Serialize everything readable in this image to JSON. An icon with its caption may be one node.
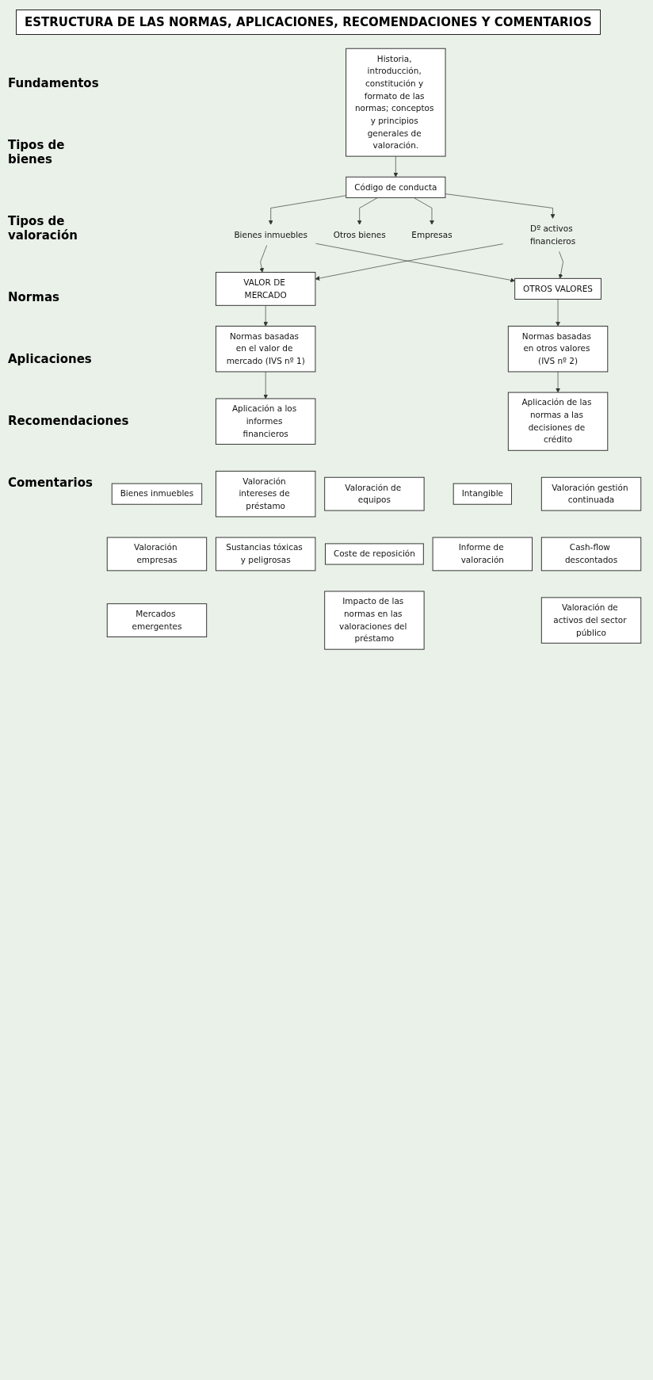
{
  "diagram": {
    "title": "ESTRUCTURA DE LAS NORMAS, APLICACIONES, RECOMENDACIONES Y COMENTARIOS",
    "nodes": [
      {
        "text": [
          "Historia, introducción, constitución y formato de las normas; conceptos y principios generales de valoración."
        ]
      },
      {
        "text": [
          "Código de conducta"
        ]
      },
      {
        "text": [
          "Bienes inmuebles"
        ]
      },
      {
        "text": [
          "Otros bienes"
        ]
      },
      {
        "text": [
          "Empresas"
        ]
      },
      {
        "text": [
          "Dº activos financieros"
        ]
      },
      {
        "text": [
          "VALOR DE MERCADO"
        ]
      },
      {
        "text": [
          "OTROS VALORES"
        ]
      },
      {
        "text": [
          "Normas basadas en el valor de mercado (IVS nº 1)"
        ]
      },
      {
        "text": [
          "Normas basadas en otros valores (IVS nº 2)"
        ]
      },
      {
        "text": [
          "Aplicación a los informes financieros"
        ]
      },
      {
        "text": [
          "Aplicación de las normas a las decisiones de crédito"
        ]
      },
      {
        "text": [
          "Bienes inmuebles"
        ]
      },
      {
        "text": [
          "Valoración intereses de préstamo"
        ]
      },
      {
        "text": [
          "Valoración de equipos"
        ]
      },
      {
        "text": [
          "Intangible"
        ]
      },
      {
        "text": [
          "Valoración gestión continuada"
        ]
      },
      {
        "text": [
          "Valoración empresas"
        ]
      },
      {
        "text": [
          "Sustancias tóxicas y peligrosas"
        ]
      },
      {
        "text": [
          "Coste de reposición"
        ]
      },
      {
        "text": [
          "Informe de valoración"
        ]
      },
      {
        "text": [
          "Cash-flow descontados"
        ]
      },
      {
        "text": [
          "Mercados emergentes"
        ]
      },
      {
        "text": [
          "Impacto de las normas en las valoraciones del préstamo"
        ]
      },
      {
        "text": [
          "Valoración de activos del sector público"
        ]
      }
    ],
    "edges": [
      {
        "from": 0,
        "to": 1,
        "arrow": "to"
      },
      {
        "from": 1,
        "to": 2,
        "arrow": "to"
      },
      {
        "from": 1,
        "to": 3,
        "arrow": "to"
      },
      {
        "from": 1,
        "to": 4,
        "arrow": "to"
      },
      {
        "from": 1,
        "to": 5,
        "arrow": "to"
      },
      {
        "from": 2,
        "to": 6,
        "arrow": "to"
      },
      {
        "from": 2,
        "to": 7,
        "arrow": "to"
      },
      {
        "from": 5,
        "to": 6,
        "arrow": "to"
      },
      {
        "from": 5,
        "to": 7,
        "arrow": "to"
      },
      {
        "from": 6,
        "to": 8,
        "arrow": "to"
      },
      {
        "from": 7,
        "to": 9,
        "arrow": "to"
      },
      {
        "from": 8,
        "to": 10,
        "arrow": "to"
      },
      {
        "from": 9,
        "to": 11,
        "arrow": "to"
      }
    ],
    "labels": [
      "Fundamentos",
      "Tipos de bienes",
      "Tipos de valoración",
      "Normas",
      "Aplicaciones",
      "Recomendaciones",
      "Comentarios"
    ]
  }
}
